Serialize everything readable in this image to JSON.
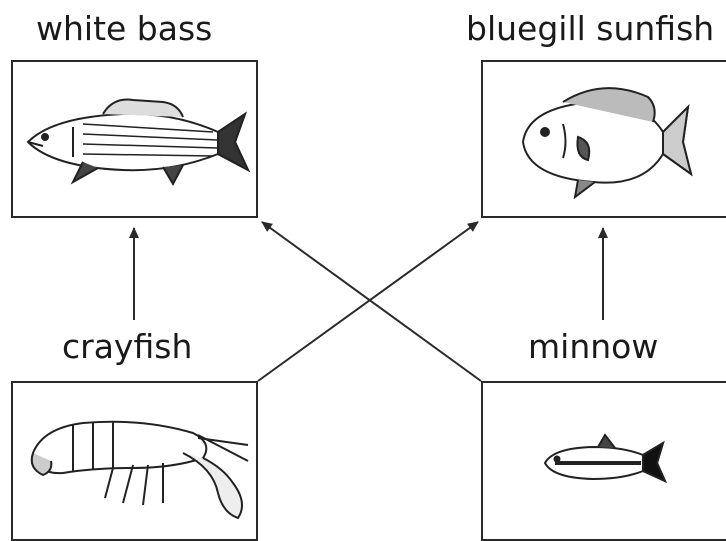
{
  "labels": {
    "white_bass": "white bass",
    "bluegill": "bluegill sunfish",
    "crayfish": "crayfish",
    "minnow": "minnow"
  },
  "colors": {
    "stroke": "#2a2a2a",
    "ink": "#1a1a1a"
  },
  "icons": {
    "white_bass": "white-bass-fish-icon",
    "bluegill": "bluegill-fish-icon",
    "crayfish": "crayfish-icon",
    "minnow": "minnow-fish-icon"
  }
}
